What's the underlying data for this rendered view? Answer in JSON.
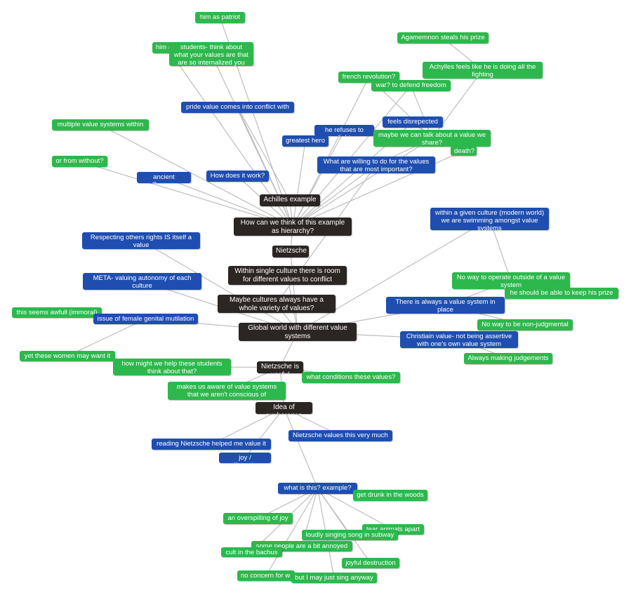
{
  "colors": {
    "green": "#2db84d",
    "blue": "#1f4eb0",
    "dark": "#2b2624",
    "edge": "#bdbdbd"
  },
  "nodes": {
    "n01": {
      "text": "him as patriot",
      "type": "green"
    },
    "n02": {
      "text": "him a",
      "type": "green"
    },
    "n03": {
      "text": "students- think about what your values are that are so internalized you don't see them",
      "type": "green"
    },
    "n04": {
      "text": "Agamemnon steals his prize",
      "type": "green"
    },
    "n05": {
      "text": "Achylles feels like he is doing all the fighting",
      "type": "green"
    },
    "n06": {
      "text": "french revolution?",
      "type": "green"
    },
    "n07": {
      "text": "war? to defend freedom",
      "type": "green"
    },
    "n08": {
      "text": "pride value comes into conflict with",
      "type": "blue"
    },
    "n09": {
      "text": "feels disrepected",
      "type": "blue"
    },
    "n10": {
      "text": "multiple value systems within",
      "type": "green"
    },
    "n11": {
      "text": "he refuses to fight",
      "type": "blue"
    },
    "n12": {
      "text": "greatest hero",
      "type": "blue"
    },
    "n13": {
      "text": "maybe we can talk about a value we share?",
      "type": "green"
    },
    "n14": {
      "text": "death?",
      "type": "green"
    },
    "n15": {
      "text": "or from without?",
      "type": "green"
    },
    "n16": {
      "text": "What are willing to do for the values that are most important?",
      "type": "blue"
    },
    "n17": {
      "text": "ancient Greece-",
      "type": "blue"
    },
    "n18": {
      "text": "How does it work?",
      "type": "blue"
    },
    "n19": {
      "text": "Achilles example",
      "type": "dark"
    },
    "n20": {
      "text": "within a given culture (modern world) we are swimming amongst value systems",
      "type": "blue"
    },
    "n21": {
      "text": "How can we think of this example as hierarchy?",
      "type": "dark"
    },
    "n22": {
      "text": "Respecting others rights IS itself a value",
      "type": "blue"
    },
    "n23": {
      "text": "Nietzsche",
      "type": "dark"
    },
    "n24": {
      "text": "Within single culture there is room for different values to conflict",
      "type": "dark"
    },
    "n25": {
      "text": "META- valuing autonomy of each culture",
      "type": "blue"
    },
    "n26": {
      "text": "No way to operate outside of a value system",
      "type": "green"
    },
    "n27": {
      "text": "he should be able to keep his prize",
      "type": "green"
    },
    "n28": {
      "text": "Maybe cultures always have a whole variety of values?",
      "type": "dark"
    },
    "n29": {
      "text": "There is always a value system in place",
      "type": "blue"
    },
    "n30": {
      "text": "this seems awfull (immoral)",
      "type": "green"
    },
    "n31": {
      "text": "issue of female genital mutilation",
      "type": "blue"
    },
    "n32": {
      "text": "No way to be non-judgmental",
      "type": "green"
    },
    "n33": {
      "text": "Global world with different value systems",
      "type": "dark"
    },
    "n34": {
      "text": "Christiain value- not being assertive with one's own value system",
      "type": "blue"
    },
    "n35": {
      "text": "yet these women may want it",
      "type": "green"
    },
    "n36": {
      "text": "Always making judgements",
      "type": "green"
    },
    "n37": {
      "text": "how might we help these students think about that?",
      "type": "green"
    },
    "n38": {
      "text": "Nietzsche is useful",
      "type": "dark"
    },
    "n39": {
      "text": "what conditions these values?",
      "type": "green"
    },
    "n40": {
      "text": "makes us aware of value systems that we aren't conscious of",
      "type": "green"
    },
    "n41": {
      "text": "Idea of exuberance",
      "type": "dark"
    },
    "n42": {
      "text": "Nietzsche values this very much",
      "type": "blue"
    },
    "n43": {
      "text": "reading Nietzsche helped me value it",
      "type": "blue"
    },
    "n44": {
      "text": "joy / affirmation",
      "type": "blue"
    },
    "n45": {
      "text": "what is this? example?",
      "type": "blue"
    },
    "n46": {
      "text": "get drunk in the woods",
      "type": "green"
    },
    "n47": {
      "text": "an overspilling of joy",
      "type": "green"
    },
    "n48": {
      "text": "tear animals apart",
      "type": "green"
    },
    "n49": {
      "text": "loudly singing song in subway",
      "type": "green"
    },
    "n50": {
      "text": "some people are a bit annoyed",
      "type": "green"
    },
    "n51": {
      "text": "cult in the bachus",
      "type": "green"
    },
    "n52": {
      "text": "joyful destruction",
      "type": "green"
    },
    "n53": {
      "text": "no concern for w",
      "type": "green"
    },
    "n54": {
      "text": "but I may just sing anyway",
      "type": "green"
    }
  },
  "edges": [
    [
      "n01",
      "n21"
    ],
    [
      "n02",
      "n21"
    ],
    [
      "n03",
      "n21"
    ],
    [
      "n08",
      "n21"
    ],
    [
      "n08",
      "n19"
    ],
    [
      "n10",
      "n21"
    ],
    [
      "n15",
      "n21"
    ],
    [
      "n17",
      "n21"
    ],
    [
      "n18",
      "n21"
    ],
    [
      "n19",
      "n21"
    ],
    [
      "n12",
      "n21"
    ],
    [
      "n11",
      "n21"
    ],
    [
      "n16",
      "n21"
    ],
    [
      "n06",
      "n21"
    ],
    [
      "n07",
      "n21"
    ],
    [
      "n09",
      "n21"
    ],
    [
      "n13",
      "n21"
    ],
    [
      "n14",
      "n21"
    ],
    [
      "n04",
      "n05"
    ],
    [
      "n05",
      "n13"
    ],
    [
      "n06",
      "n13"
    ],
    [
      "n07",
      "n13"
    ],
    [
      "n09",
      "n13"
    ],
    [
      "n14",
      "n13"
    ],
    [
      "n11",
      "n13"
    ],
    [
      "n16",
      "n13"
    ],
    [
      "n21",
      "n23"
    ],
    [
      "n22",
      "n33"
    ],
    [
      "n25",
      "n33"
    ],
    [
      "n24",
      "n33"
    ],
    [
      "n23",
      "n33"
    ],
    [
      "n16",
      "n28"
    ],
    [
      "n28",
      "n33"
    ],
    [
      "n20",
      "n33"
    ],
    [
      "n20",
      "n26"
    ],
    [
      "n29",
      "n33"
    ],
    [
      "n26",
      "n29"
    ],
    [
      "n27",
      "n29"
    ],
    [
      "n32",
      "n29"
    ],
    [
      "n34",
      "n33"
    ],
    [
      "n36",
      "n34"
    ],
    [
      "n30",
      "n31"
    ],
    [
      "n31",
      "n33"
    ],
    [
      "n35",
      "n31"
    ],
    [
      "n33",
      "n38"
    ],
    [
      "n37",
      "n38"
    ],
    [
      "n38",
      "n39"
    ],
    [
      "n38",
      "n40"
    ],
    [
      "n38",
      "n41"
    ],
    [
      "n41",
      "n42"
    ],
    [
      "n41",
      "n43"
    ],
    [
      "n41",
      "n44"
    ],
    [
      "n41",
      "n45"
    ],
    [
      "n45",
      "n46"
    ],
    [
      "n45",
      "n47"
    ],
    [
      "n45",
      "n48"
    ],
    [
      "n45",
      "n49"
    ],
    [
      "n45",
      "n50"
    ],
    [
      "n45",
      "n51"
    ],
    [
      "n45",
      "n52"
    ],
    [
      "n45",
      "n53"
    ],
    [
      "n45",
      "n54"
    ]
  ]
}
